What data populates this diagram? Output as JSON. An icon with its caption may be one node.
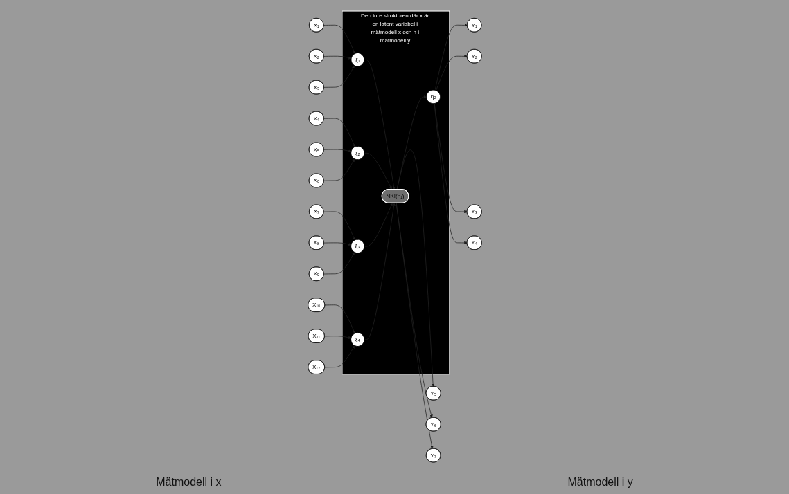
{
  "diagram": {
    "nodes": [
      {
        "text": [
          "Den inre strukturen där x är en latent variabel i mätmodell x och h i mätmodell y."
        ]
      },
      {
        "text": [
          "X₁"
        ]
      },
      {
        "text": [
          "X₂"
        ]
      },
      {
        "text": [
          "X₃"
        ]
      },
      {
        "text": [
          "X₄"
        ]
      },
      {
        "text": [
          "X₅"
        ]
      },
      {
        "text": [
          "X₆"
        ]
      },
      {
        "text": [
          "X₇"
        ]
      },
      {
        "text": [
          "X₈"
        ]
      },
      {
        "text": [
          "X₉"
        ]
      },
      {
        "text": [
          "X₁₀"
        ]
      },
      {
        "text": [
          "X₁₁"
        ]
      },
      {
        "text": [
          "X₁₂"
        ]
      },
      {
        "text": [
          "ξ₁"
        ],
        "in": 0
      },
      {
        "text": [
          "ξ₂"
        ],
        "in": 0
      },
      {
        "text": [
          "ξ₃"
        ],
        "in": 0
      },
      {
        "text": [
          "ξ₄"
        ],
        "in": 0
      },
      {
        "text": [
          "NKI(η₁)"
        ],
        "in": 0
      },
      {
        "text": [
          "η₂"
        ],
        "in": 0
      },
      {
        "text": [
          "Y₁"
        ]
      },
      {
        "text": [
          "Y₂"
        ]
      },
      {
        "text": [
          "Y₃"
        ]
      },
      {
        "text": [
          "Y₄"
        ]
      },
      {
        "text": [
          "Y₅"
        ]
      },
      {
        "text": [
          "Y₆"
        ]
      },
      {
        "text": [
          "Y₇"
        ]
      }
    ],
    "edges": [
      {
        "from": 1,
        "to": 13,
        "arrow": "to"
      },
      {
        "from": 2,
        "to": 13,
        "arrow": "to"
      },
      {
        "from": 3,
        "to": 13,
        "arrow": "to"
      },
      {
        "from": 4,
        "to": 14,
        "arrow": "to"
      },
      {
        "from": 5,
        "to": 14,
        "arrow": "to"
      },
      {
        "from": 6,
        "to": 14,
        "arrow": "to"
      },
      {
        "from": 7,
        "to": 15,
        "arrow": "to"
      },
      {
        "from": 8,
        "to": 15,
        "arrow": "to"
      },
      {
        "from": 9,
        "to": 15,
        "arrow": "to"
      },
      {
        "from": 10,
        "to": 16,
        "arrow": "to"
      },
      {
        "from": 11,
        "to": 16,
        "arrow": "to"
      },
      {
        "from": 12,
        "to": 16,
        "arrow": "to"
      },
      {
        "from": 13,
        "to": 17,
        "arrow": "to"
      },
      {
        "from": 14,
        "to": 17,
        "arrow": "to"
      },
      {
        "from": 15,
        "to": 17,
        "arrow": "to"
      },
      {
        "from": 16,
        "to": 17,
        "arrow": "to"
      },
      {
        "from": 17,
        "to": 18,
        "arrow": "to"
      },
      {
        "from": 18,
        "to": 19,
        "arrow": "to"
      },
      {
        "from": 18,
        "to": 20,
        "arrow": "to"
      },
      {
        "from": 18,
        "to": 21,
        "arrow": "to"
      },
      {
        "from": 18,
        "to": 22,
        "arrow": "to"
      },
      {
        "from": 17,
        "to": 23,
        "arrow": "to"
      },
      {
        "from": 17,
        "to": 24,
        "arrow": "to"
      },
      {
        "from": 17,
        "to": 25,
        "arrow": "to"
      }
    ],
    "labels": [
      "Mätmodell i x",
      "Mätmodell i y"
    ]
  }
}
